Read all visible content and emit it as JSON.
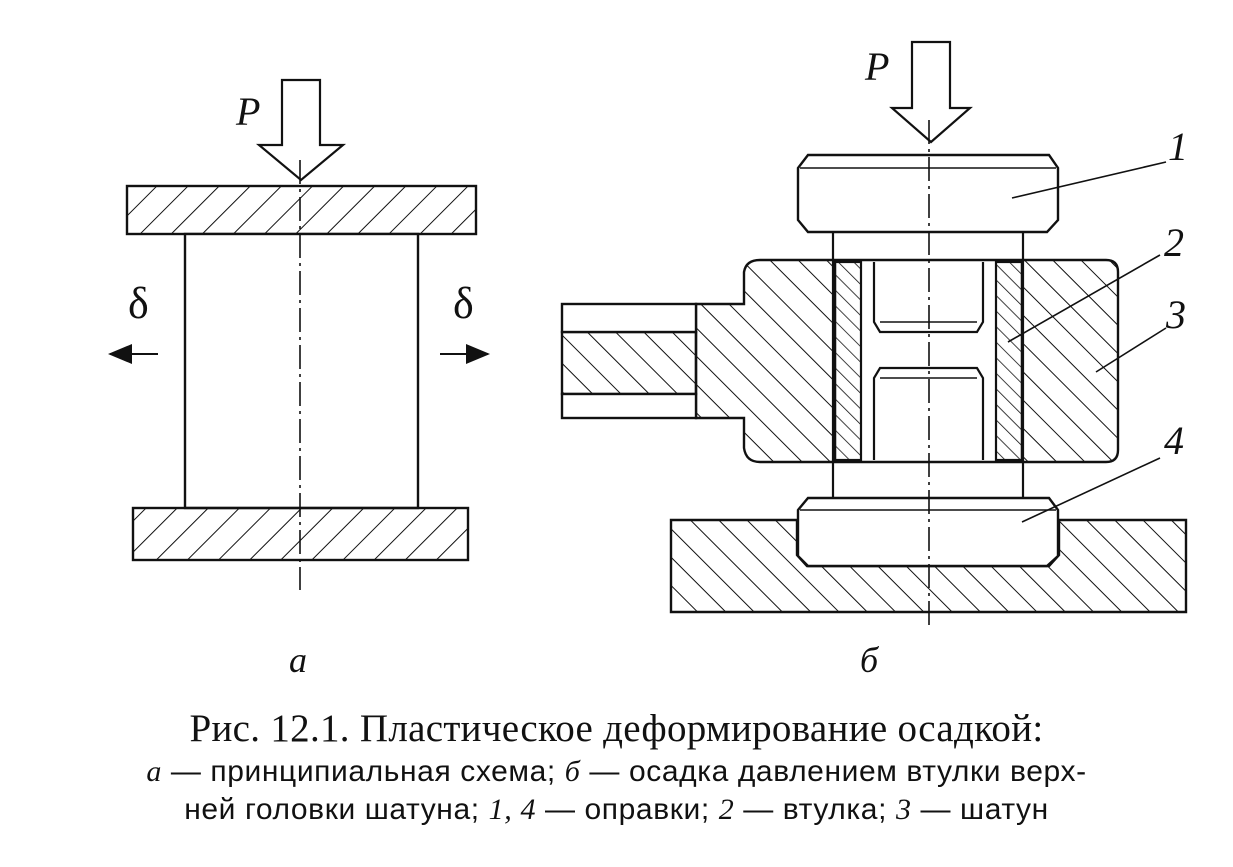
{
  "figure": {
    "a": {
      "force_label": "P",
      "delta_left": "δ",
      "delta_right": "δ",
      "sublabel": "a"
    },
    "b": {
      "force_label": "P",
      "callouts": [
        "1",
        "2",
        "3",
        "4"
      ],
      "sublabel": "б"
    }
  },
  "caption": {
    "title": "Рис. 12.1. Пластическое деформирование осадкой:",
    "line1": [
      {
        "text": "а",
        "italic": true
      },
      {
        "text": " — принципиальная схема; ",
        "italic": false
      },
      {
        "text": "б",
        "italic": true
      },
      {
        "text": " — осадка давлением втулки верх-",
        "italic": false
      }
    ],
    "line2": [
      {
        "text": "ней головки шатуна; ",
        "italic": false
      },
      {
        "text": "1, 4",
        "italic": true
      },
      {
        "text": " — оправки; ",
        "italic": false
      },
      {
        "text": "2",
        "italic": true
      },
      {
        "text": " — втулка; ",
        "italic": false
      },
      {
        "text": "3",
        "italic": true
      },
      {
        "text": " — шатун",
        "italic": false
      }
    ]
  }
}
